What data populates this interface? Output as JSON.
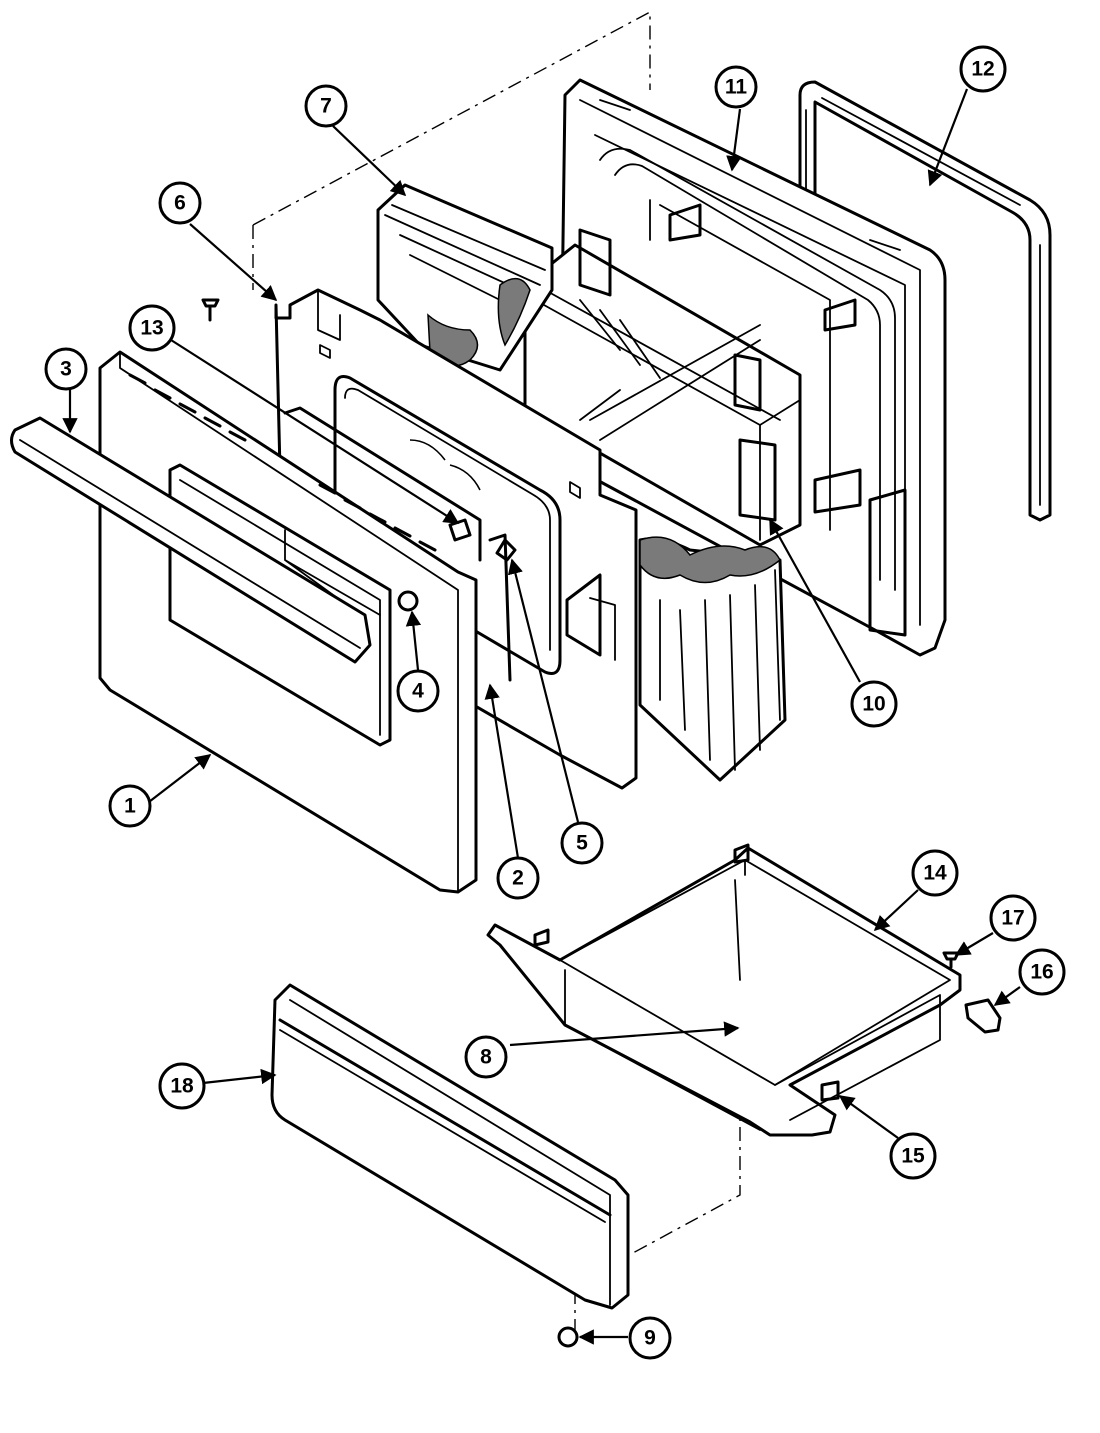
{
  "diagram": {
    "callouts": [
      {
        "label": "1"
      },
      {
        "label": "2"
      },
      {
        "label": "3"
      },
      {
        "label": "4"
      },
      {
        "label": "5"
      },
      {
        "label": "6"
      },
      {
        "label": "7"
      },
      {
        "label": "8"
      },
      {
        "label": "9"
      },
      {
        "label": "10"
      },
      {
        "label": "11"
      },
      {
        "label": "12"
      },
      {
        "label": "13"
      },
      {
        "label": "14"
      },
      {
        "label": "15"
      },
      {
        "label": "16"
      },
      {
        "label": "17"
      },
      {
        "label": "18"
      }
    ]
  }
}
